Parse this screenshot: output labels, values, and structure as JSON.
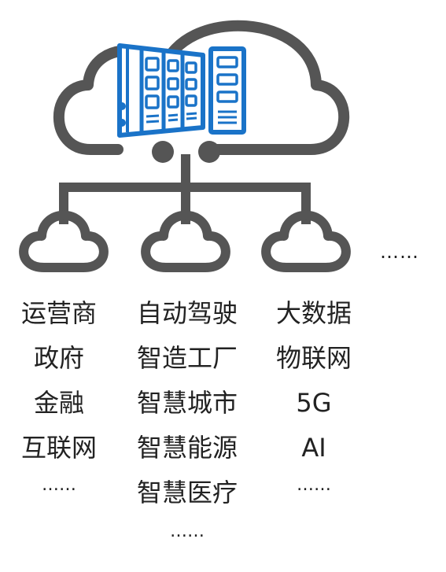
{
  "colors": {
    "outline": "#555555",
    "server_blue": "#1a73c8",
    "text": "#222222"
  },
  "icons": [
    "cloud-icon",
    "server-rack-icon",
    "server-tower-icon",
    "small-cloud-icon"
  ],
  "trailing_ellipsis": "……",
  "columns": [
    {
      "items": [
        "运营商",
        "政府",
        "金融",
        "互联网",
        "……"
      ]
    },
    {
      "items": [
        "自动驾驶",
        "智造工厂",
        "智慧城市",
        "智慧能源",
        "智慧医疗",
        "……"
      ]
    },
    {
      "items": [
        "大数据",
        "物联网",
        "5G",
        "AI",
        "……"
      ]
    }
  ]
}
